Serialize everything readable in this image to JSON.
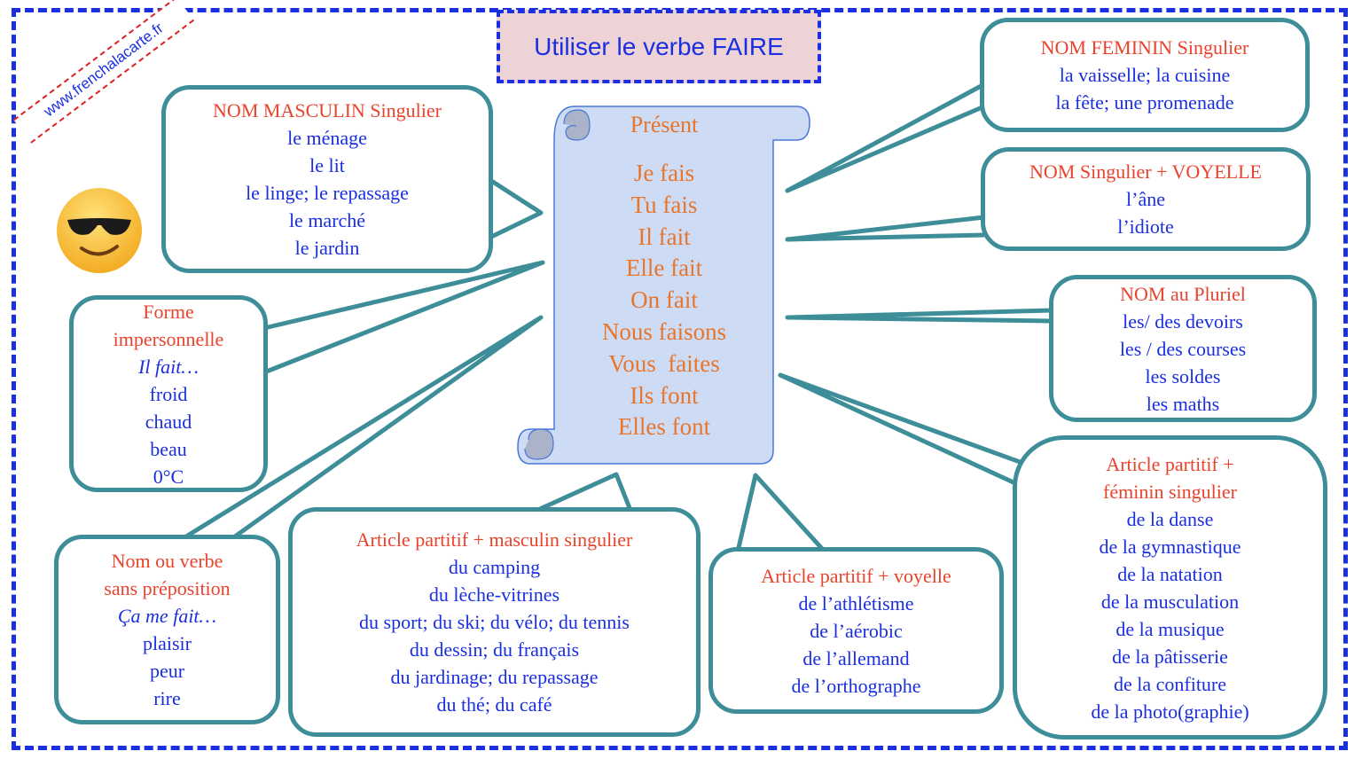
{
  "title": "Utiliser le verbe FAIRE",
  "watermark": "www.frenchalacarte.fr",
  "colors": {
    "frame": "#1a2fe0",
    "bubble_border": "#3e8e99",
    "heading": "#e8432c",
    "item": "#1a2fe0",
    "conjugation": "#e8752c",
    "scroll_fill": "#cddcf4"
  },
  "icons": {
    "emoji": "smiling-face-with-sunglasses"
  },
  "present": {
    "title": "Présent",
    "forms": [
      "Je fais",
      "Tu fais",
      "Il fait",
      "Elle fait",
      "On fait",
      "Nous faisons",
      "Vous  faites",
      "Ils font",
      "Elles font"
    ]
  },
  "bubbles": {
    "nom_masculin": {
      "heading": "NOM MASCULIN Singulier",
      "items": [
        "le ménage",
        "le lit",
        "le linge; le repassage",
        "le marché",
        "le jardin"
      ]
    },
    "forme_impersonnelle": {
      "heading": [
        "Forme",
        "impersonnelle"
      ],
      "italic": "Il fait…",
      "items": [
        "froid",
        "chaud",
        "beau",
        "0°C"
      ]
    },
    "nom_ou_verbe": {
      "heading": [
        "Nom ou verbe",
        "sans préposition"
      ],
      "italic": "Ça me fait…",
      "items": [
        "plaisir",
        "peur",
        "rire"
      ]
    },
    "partitif_masculin": {
      "heading": "Article partitif + masculin singulier",
      "items": [
        "du camping",
        "du lèche-vitrines",
        "du sport; du ski; du vélo; du tennis",
        "du dessin; du français",
        "du jardinage; du repassage",
        "du thé; du café"
      ]
    },
    "partitif_voyelle": {
      "heading": "Article partitif + voyelle",
      "items": [
        "de l’athlétisme",
        "de l’aérobic",
        "de l’allemand",
        "de l’orthographe"
      ]
    },
    "partitif_feminin": {
      "heading": [
        "Article partitif +",
        "féminin singulier"
      ],
      "items": [
        "de la danse",
        "de la gymnastique",
        "de la natation",
        "de la musculation",
        "de la musique",
        "de la pâtisserie",
        "de la confiture",
        "de la photo(graphie)"
      ]
    },
    "nom_feminin": {
      "heading": "NOM FEMININ Singulier",
      "items": [
        "la vaisselle; la cuisine",
        "la fête; une promenade"
      ]
    },
    "nom_voyelle": {
      "heading": "NOM Singulier + VOYELLE",
      "items": [
        "l’âne",
        "l’idiote"
      ]
    },
    "nom_pluriel": {
      "heading": "NOM au Pluriel",
      "items": [
        "les/ des devoirs",
        "les / des courses",
        "les soldes",
        "les maths"
      ]
    }
  }
}
